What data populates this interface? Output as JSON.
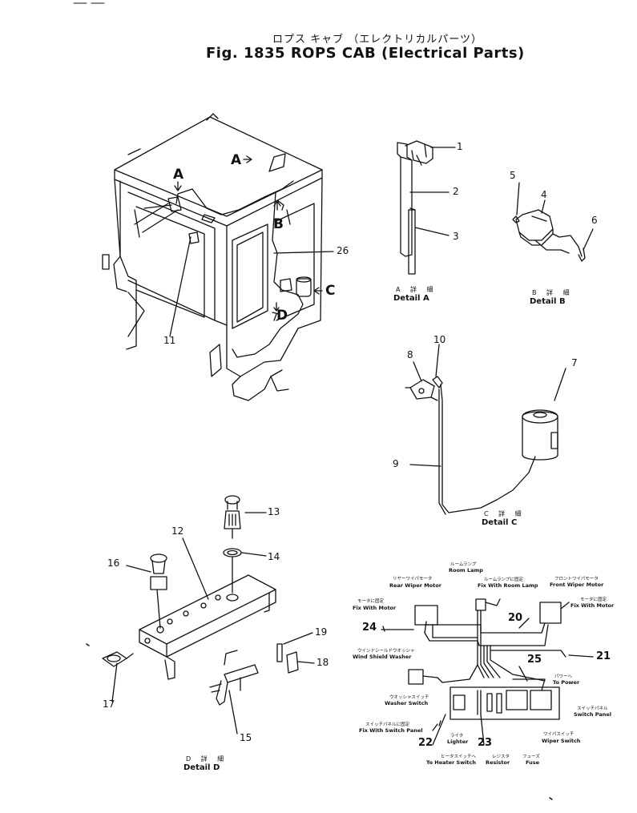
{
  "title": {
    "japanese": "ロプス キャブ （エレクトリカルパーツ）",
    "english": "Fig. 1835 ROPS CAB (Electrical Parts)"
  },
  "overview": {
    "markers": {
      "a": "A",
      "b": "B",
      "c": "C",
      "d": "D"
    },
    "callouts": {
      "p11": "11",
      "p26": "26"
    }
  },
  "detail_a": {
    "callouts": {
      "p1": "1",
      "p2": "2",
      "p3": "3"
    },
    "label_jp": "A 詳 細",
    "label_en": "Detail A"
  },
  "detail_b": {
    "callouts": {
      "p4": "4",
      "p5": "5",
      "p6": "6"
    },
    "label_jp": "B 詳 細",
    "label_en": "Detail B"
  },
  "detail_c": {
    "callouts": {
      "p7": "7",
      "p8": "8",
      "p9": "9",
      "p10": "10"
    },
    "label_jp": "C 詳 細",
    "label_en": "Detail C"
  },
  "detail_d": {
    "callouts": {
      "p12": "12",
      "p13": "13",
      "p14": "14",
      "p15": "15",
      "p16": "16",
      "p17": "17",
      "p18": "18",
      "p19": "19"
    },
    "label_jp": "D 詳 細",
    "label_en": "Detail D"
  },
  "wiring": {
    "callouts": {
      "p20": "20",
      "p21": "21",
      "p22": "22",
      "p23": "23",
      "p24": "24",
      "p25": "25"
    },
    "labels": {
      "room_lamp_jp": "ルームランプ",
      "room_lamp_en": "Room Lamp",
      "rear_wiper_jp": "リヤーワイパモータ",
      "rear_wiper_en": "Rear Wiper Motor",
      "fix_room_lamp_jp": "ルームランプに固定",
      "fix_room_lamp_en": "Fix With Room Lamp",
      "front_wiper_jp": "フロントワイパモータ",
      "front_wiper_en": "Front Wiper Motor",
      "fix_motor_left_jp": "モータに固定",
      "fix_motor_left_en": "Fix With Motor",
      "fix_motor_right_jp": "モータに固定",
      "fix_motor_right_en": "Fix With Motor",
      "washer_jp": "ウインドシールドウオッシャ",
      "washer_en": "Wind Shield Washer",
      "to_power_jp": "パワーへ",
      "to_power_en": "To Power",
      "washer_switch_jp": "ウオッシャスイッチ",
      "washer_switch_en": "Washer Switch",
      "switch_panel_jp": "スイッチパネル",
      "switch_panel_en": "Switch Panel",
      "fix_switch_panel_jp": "スイッチパネルに固定",
      "fix_switch_panel_en": "Fix With Switch Panel",
      "wiper_switch_jp": "ワイパスイッチ",
      "wiper_switch_en": "Wiper Switch",
      "lighter_jp": "ライタ",
      "lighter_en": "Lighter",
      "heater_switch_jp": "ヒータスイッチへ",
      "heater_switch_en": "To Heater Switch",
      "resistor_jp": "レジスタ",
      "resistor_en": "Resistor",
      "fuse_jp": "フューズ",
      "fuse_en": "Fuse"
    }
  }
}
